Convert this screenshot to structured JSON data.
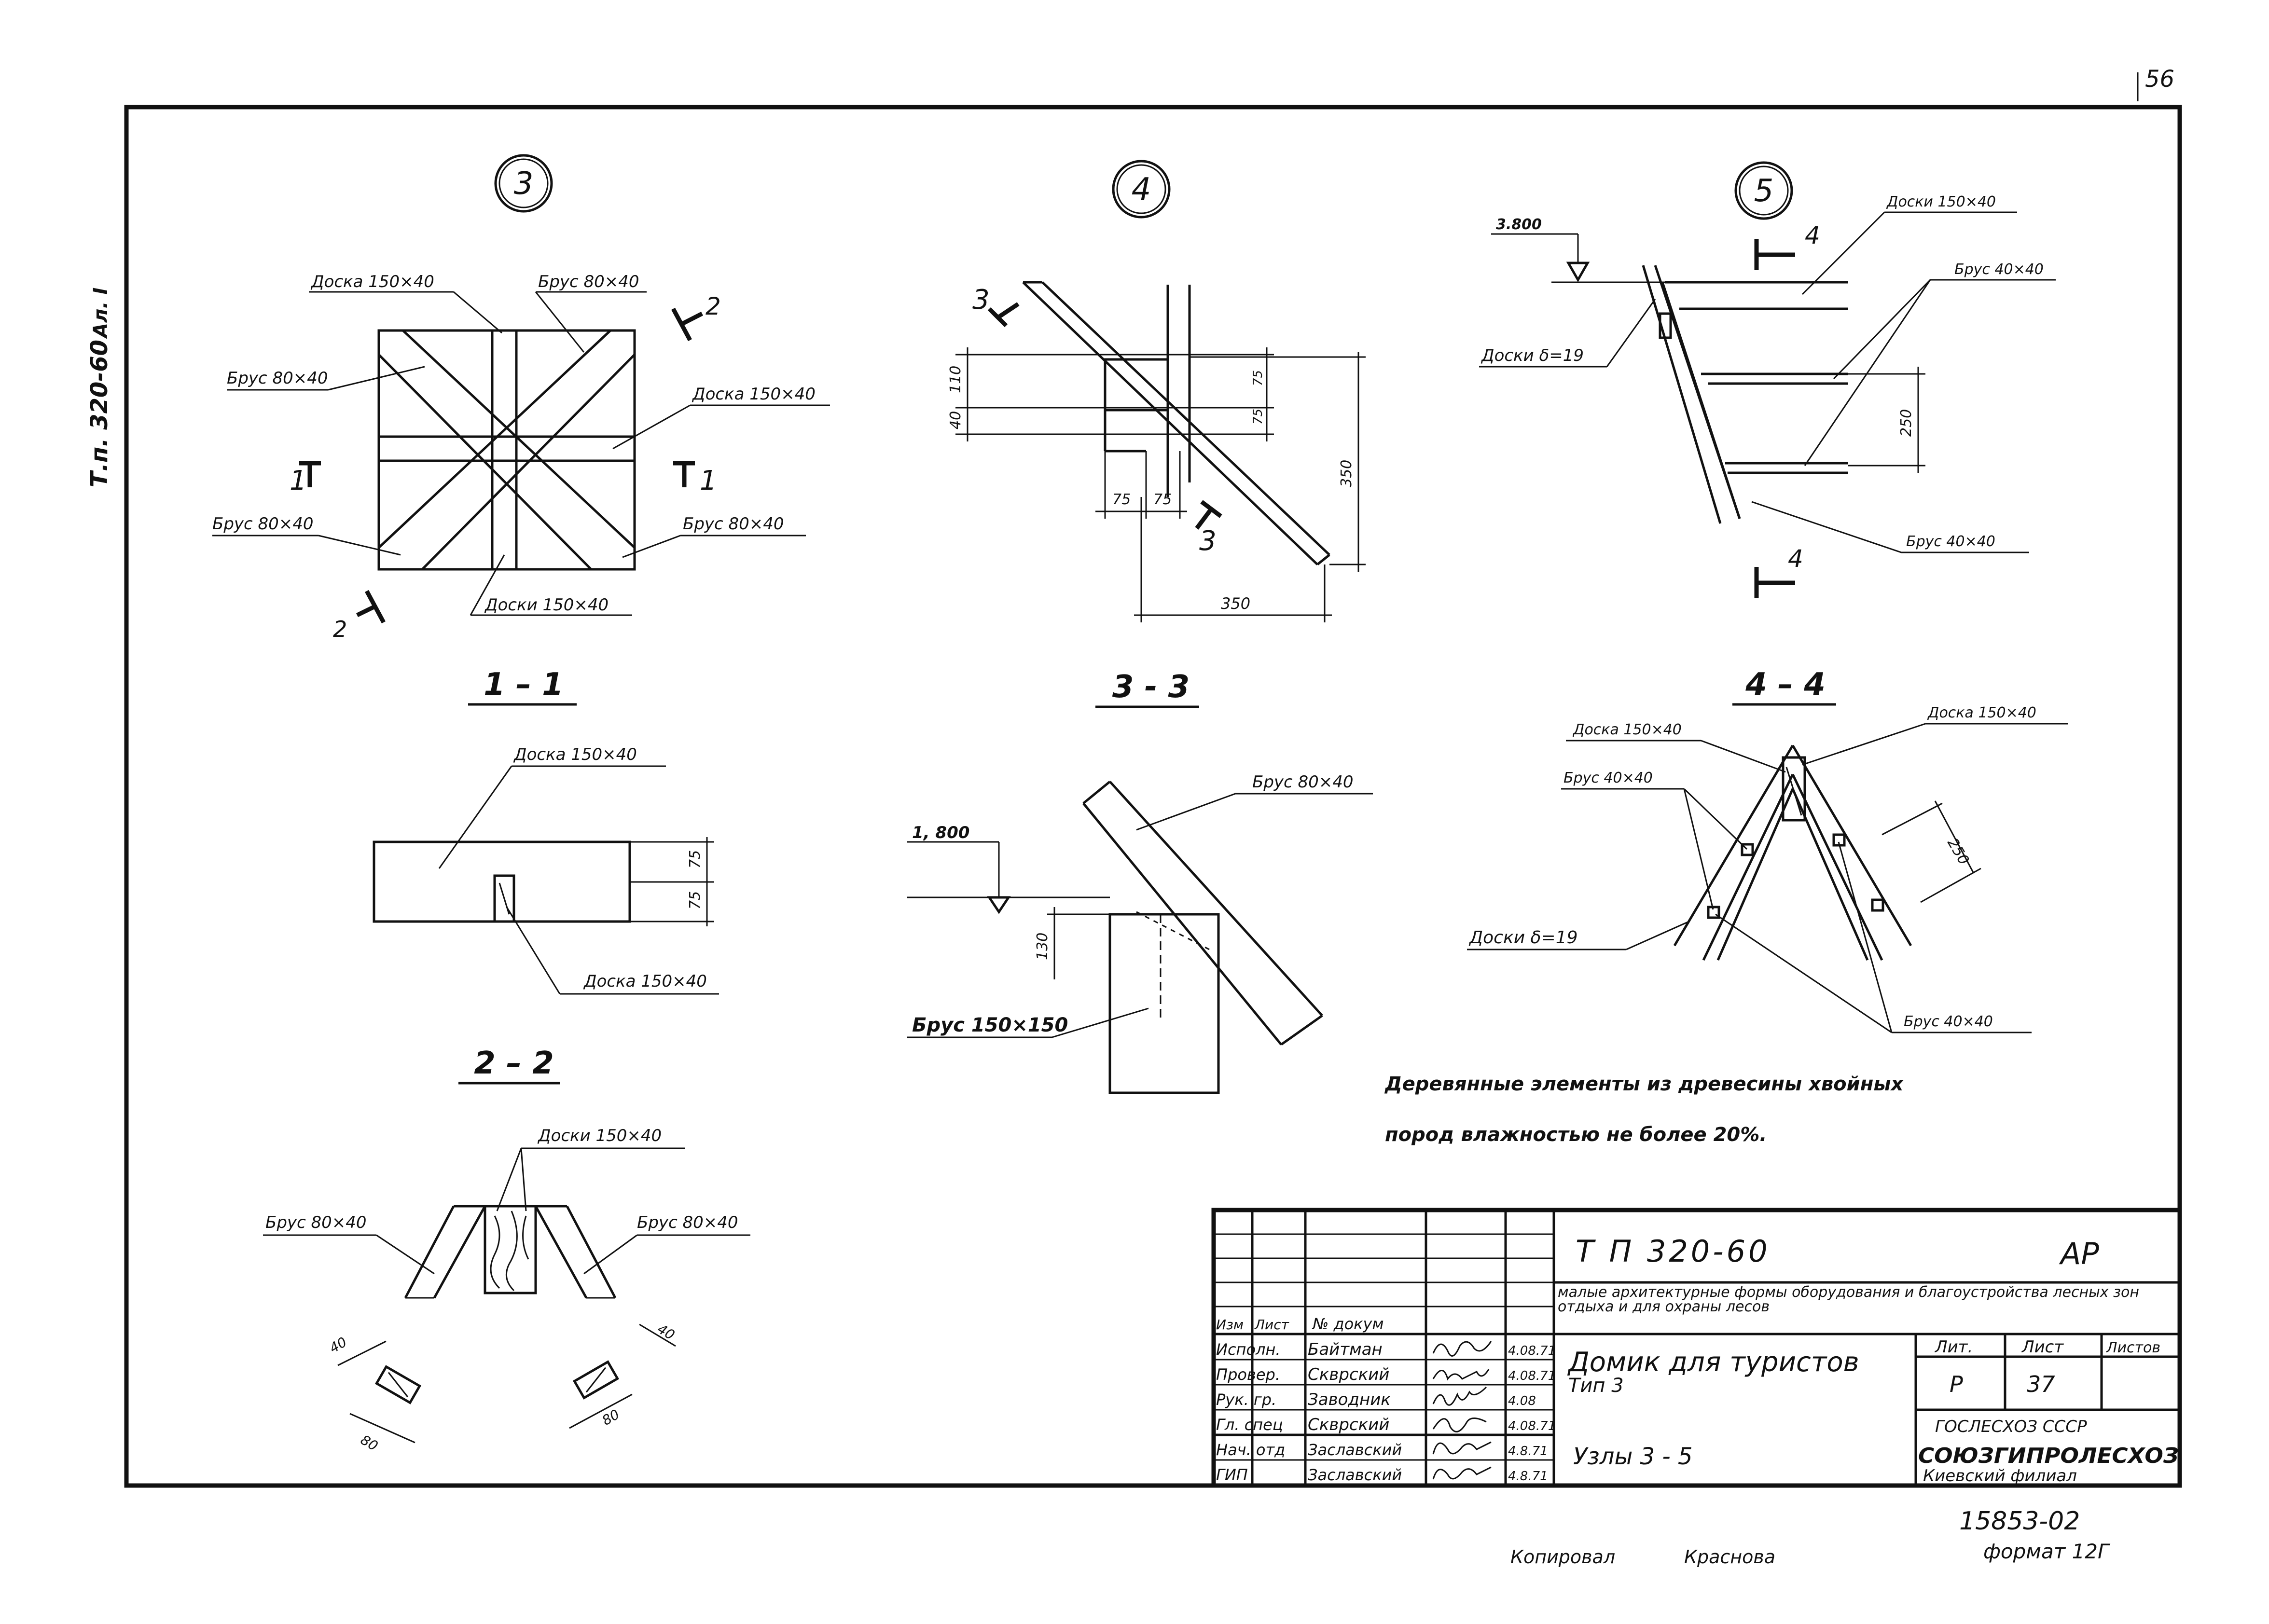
{
  "page_number": "56",
  "side_code": "Т.п. 320-60",
  "side_album": "Ал. I",
  "node3": {
    "marker": "3",
    "lbl_doska_top": "Доска 150×40",
    "lbl_brus_top_right": "Брус 80×40",
    "lbl_brus_left": "Брус 80×40",
    "lbl_doska_right": "Доска 150×40",
    "lbl_brus_bottom_left": "Брус 80×40",
    "lbl_brus_bottom_right": "Брус 80×40",
    "lbl_doski_bottom": "Доски 150×40",
    "cut1_left": "1",
    "cut1_right": "1",
    "cut2_top": "2",
    "cut2_bottom": "2"
  },
  "node4": {
    "marker": "4",
    "cut3_top": "3",
    "cut3_bottom": "3",
    "dim_110": "110",
    "dim_40": "40",
    "dim_75a": "75",
    "dim_75b": "75",
    "dim_75c": "75",
    "dim_75d": "75",
    "dim_350_v": "350",
    "dim_350_h": "350"
  },
  "node5": {
    "marker": "5",
    "level": "3.800",
    "cut4_top": "4",
    "cut4_bottom": "4",
    "lbl_doski_top": "Доски 150×40",
    "lbl_brus_right": "Брус 40×40",
    "lbl_doski_left": "Доски δ=19",
    "lbl_brus_bottom": "Брус 40×40",
    "dim_250": "250"
  },
  "section11": {
    "title": "1 – 1",
    "lbl_top": "Доска 150×40",
    "lbl_bottom": "Доска 150×40",
    "dim_75a": "75",
    "dim_75b": "75"
  },
  "section22": {
    "title": "2 – 2",
    "lbl_top": "Доски 150×40",
    "lbl_left": "Брус 80×40",
    "lbl_right": "Брус 80×40",
    "dim_80a": "80",
    "dim_80b": "80",
    "dim_40a": "40",
    "dim_40b": "40"
  },
  "section33": {
    "title": "3 - 3",
    "level": "1, 800",
    "lbl_brus_top": "Брус 80×40",
    "lbl_brus_bottom": "Брус 150×150",
    "dim_130": "130"
  },
  "section44": {
    "title": "4 – 4",
    "lbl_doska_left": "Доска 150×40",
    "lbl_doska_right": "Доска 150×40",
    "lbl_brus_left": "Брус 40×40",
    "lbl_doski": "Доски δ=19",
    "lbl_brus_bottom": "Брус 40×40",
    "dim_250": "250"
  },
  "note": {
    "line1": "Деревянные элементы из древесины хвойных",
    "line2": "пород влажностью не более 20%."
  },
  "title_block": {
    "doc_code": "Т П 320-60",
    "stage": "АР",
    "project": "малые архитектурные формы оборудования и благоустройства лесных зон отдыха и для охраны лесов",
    "sheet_title": "Домик для туристов",
    "sheet_subtitle": "Тип 3",
    "drawing_name": "Узлы 3 - 5",
    "hdr_lit": "Лит.",
    "hdr_list": "Лист",
    "hdr_listov": "Листов",
    "val_lit": "Р",
    "val_list": "37",
    "val_listov": "",
    "org_line1": "ГОСЛЕСХОЗ СССР",
    "org_line2": "СОЮЗГИПРОЛЕСХОЗ",
    "org_line3": "Киевский филиал",
    "col_izm": "Изм",
    "col_list": "Лист",
    "col_doc": "№ докум",
    "roles": [
      "Исполн.",
      "Провер.",
      "Рук. гр.",
      "Гл. спец",
      "Нач. отд",
      "ГИП"
    ],
    "names": [
      "Байтман",
      "Скврский",
      "Заводник",
      "Скврский",
      "Заславский",
      "Заславский"
    ],
    "dates": [
      "4.08.71",
      "4.08.71",
      "4.08",
      "4.08.71",
      "4.8.71",
      "4.8.71"
    ]
  },
  "footer": {
    "copied_label": "Копировал",
    "copied_name": "Краснова",
    "order_number": "15853-02",
    "format": "формат 12Г"
  }
}
